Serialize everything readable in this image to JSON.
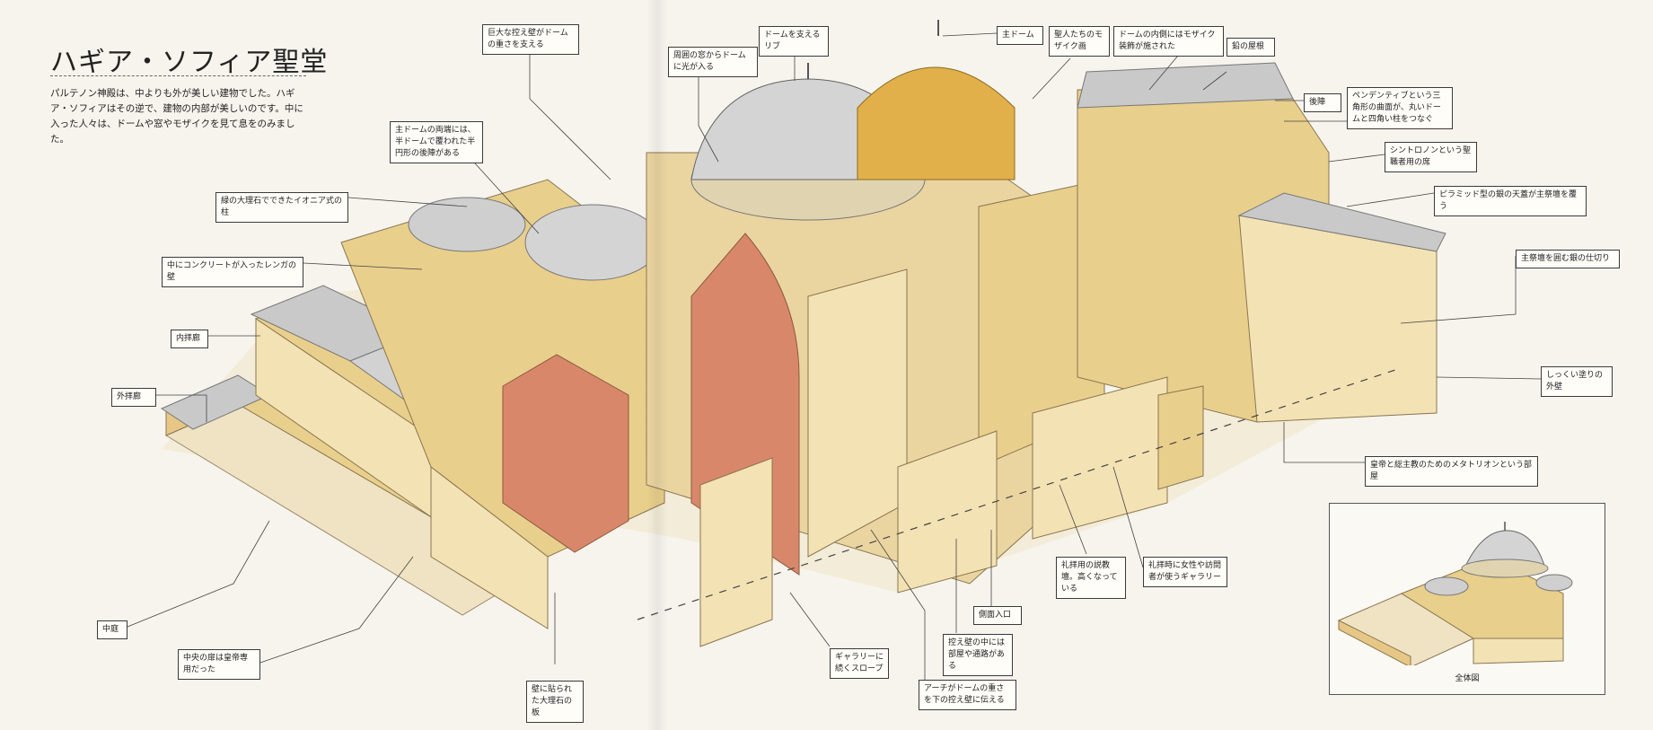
{
  "title": "ハギア・ソフィア聖堂",
  "intro": "パルテノン神殿は、中よりも外が美しい建物でした。ハギア・ソフィアはその逆で、建物の内部が美しいのです。中に入った人々は、ドームや窓やモザイクを見て息をのみました。",
  "labels": [
    {
      "id": "buttress-dome",
      "text": "巨大な控え壁がドームの重さを支える"
    },
    {
      "id": "windows-light",
      "text": "周囲の窓からドームに光が入る"
    },
    {
      "id": "dome-ribs",
      "text": "ドームを支えるリブ"
    },
    {
      "id": "main-dome",
      "text": "主ドーム"
    },
    {
      "id": "saints-mosaic",
      "text": "聖人たちのモザイク画"
    },
    {
      "id": "dome-mosaic",
      "text": "ドームの内側にはモザイク装飾が施された"
    },
    {
      "id": "lead-roof",
      "text": "鉛の屋根"
    },
    {
      "id": "apse",
      "text": "後陣"
    },
    {
      "id": "pendentive",
      "text": "ペンデンティブという三角形の曲面が、丸いドームと四角い柱をつなぐ"
    },
    {
      "id": "synthronon",
      "text": "シントロノンという聖職者用の席"
    },
    {
      "id": "ciborium",
      "text": "ピラミッド型の銀の天蓋が主祭壇を覆う"
    },
    {
      "id": "altar-screen",
      "text": "主祭壇を囲む銀の仕切り"
    },
    {
      "id": "stucco-wall",
      "text": "しっくい塗りの外壁"
    },
    {
      "id": "metatorion",
      "text": "皇帝と総主教のためのメタトリオンという部屋"
    },
    {
      "id": "half-domes",
      "text": "主ドームの両端には、半ドームで覆われた半円形の後陣がある"
    },
    {
      "id": "ionic-columns",
      "text": "緑の大理石でできたイオニア式の柱"
    },
    {
      "id": "brick-wall",
      "text": "中にコンクリートが入ったレンガの壁"
    },
    {
      "id": "narthex",
      "text": "内拝廊"
    },
    {
      "id": "exonarthex",
      "text": "外拝廊"
    },
    {
      "id": "atrium",
      "text": "中庭"
    },
    {
      "id": "imperial-door",
      "text": "中央の扉は皇帝専用だった"
    },
    {
      "id": "marble-panels",
      "text": "壁に貼られた大理石の板"
    },
    {
      "id": "gallery-ramp",
      "text": "ギャラリーに続くスロープ"
    },
    {
      "id": "ambo",
      "text": "礼拝用の説教壇。高くなっている"
    },
    {
      "id": "gallery",
      "text": "礼拝時に女性や訪問者が使うギャラリー"
    },
    {
      "id": "side-entrance",
      "text": "側面入口"
    },
    {
      "id": "buttress-rooms",
      "text": "控え壁の中には部屋や通路がある"
    },
    {
      "id": "arch-weight",
      "text": "アーチがドームの重さを下の控え壁に伝える"
    }
  ],
  "inset": {
    "caption": "全体図"
  },
  "colors": {
    "stone": "#e9cf8c",
    "brick": "#d9876a",
    "roof": "#c9c9c9",
    "wall": "#f3e2b4",
    "ground": "#f1e8cf",
    "leader": "#444444"
  }
}
